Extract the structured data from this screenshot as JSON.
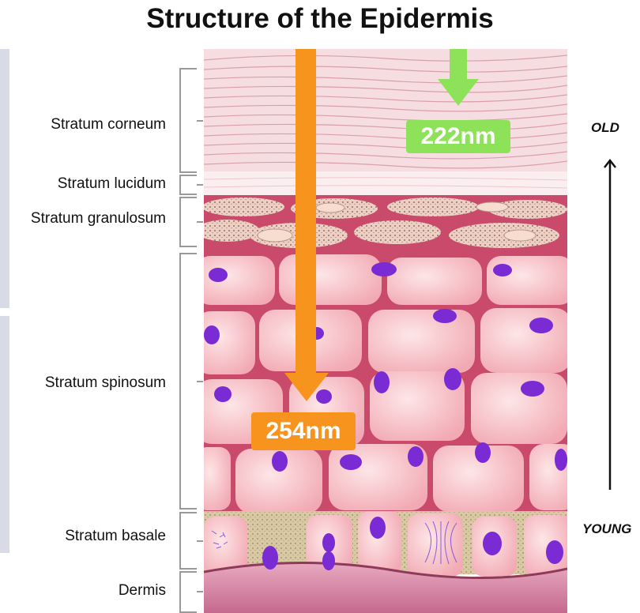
{
  "title": "Structure of the Epidermis",
  "layers": [
    {
      "name": "Stratum corneum"
    },
    {
      "name": "Stratum lucidum"
    },
    {
      "name": "Stratum granulosum"
    },
    {
      "name": "Stratum spinosum"
    },
    {
      "name": "Stratum basale"
    },
    {
      "name": "Dermis"
    }
  ],
  "penetration": {
    "green": {
      "label": "222nm",
      "color": "#8ee25a"
    },
    "orange": {
      "label": "254nm",
      "color": "#f7941d"
    }
  },
  "age_axis": {
    "top": "OLD",
    "bottom": "YOUNG"
  },
  "colors": {
    "corneum": "#f6dde1",
    "tissue": "#c94a6a",
    "cell": "#f7c6c9",
    "nucleus": "#7a2bd4",
    "basale_matrix": "#d9c9a3",
    "dermis": "#d98aa5"
  }
}
